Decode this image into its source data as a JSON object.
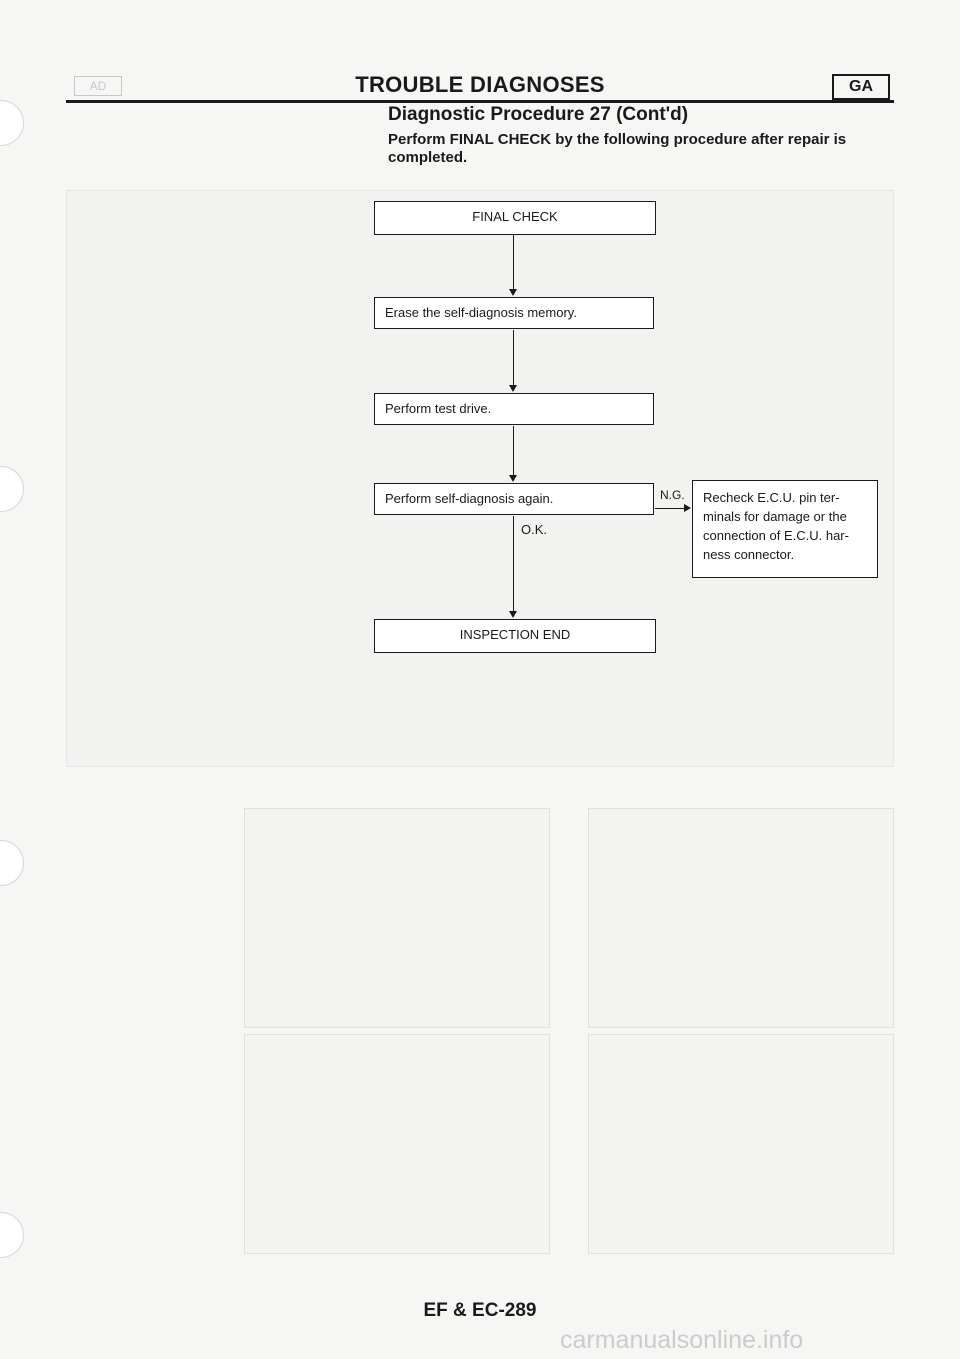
{
  "header": {
    "ghost_tab": "AD",
    "title": "TROUBLE DIAGNOSES",
    "section_tab": "GA"
  },
  "procedure": {
    "title": "Diagnostic Procedure 27 (Cont'd)",
    "intro": "Perform FINAL CHECK by the following procedure after repair is completed."
  },
  "flowchart": {
    "start": "FINAL CHECK",
    "step1": "Erase the self-diagnosis memory.",
    "step2": "Perform test drive.",
    "step3": "Perform self-diagnosis again.",
    "ng_label": "N.G.",
    "ok_label": "O.K.",
    "ng_action": "Recheck E.C.U. pin ter-minals for damage or the connection of E.C.U. har-ness connector.",
    "end": "INSPECTION END"
  },
  "footer": {
    "page_number": "EF & EC-289"
  },
  "watermark": "carmanualsonline.info"
}
